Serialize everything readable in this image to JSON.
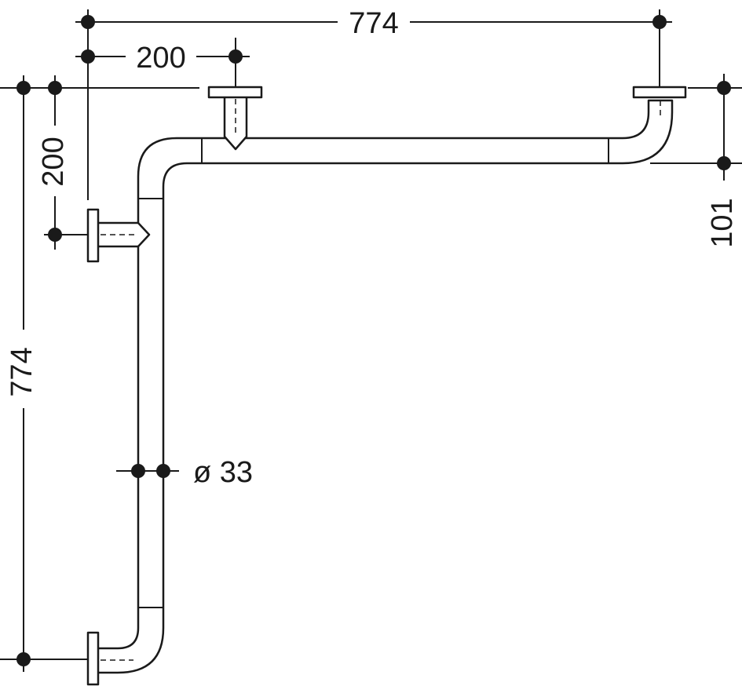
{
  "dimensions": {
    "top_overall": "774",
    "top_offset": "200",
    "left_overall": "774",
    "left_offset": "200",
    "right_offset": "101",
    "diameter": "ø 33"
  },
  "colors": {
    "line": "#1a1a1a",
    "background": "#ffffff"
  }
}
